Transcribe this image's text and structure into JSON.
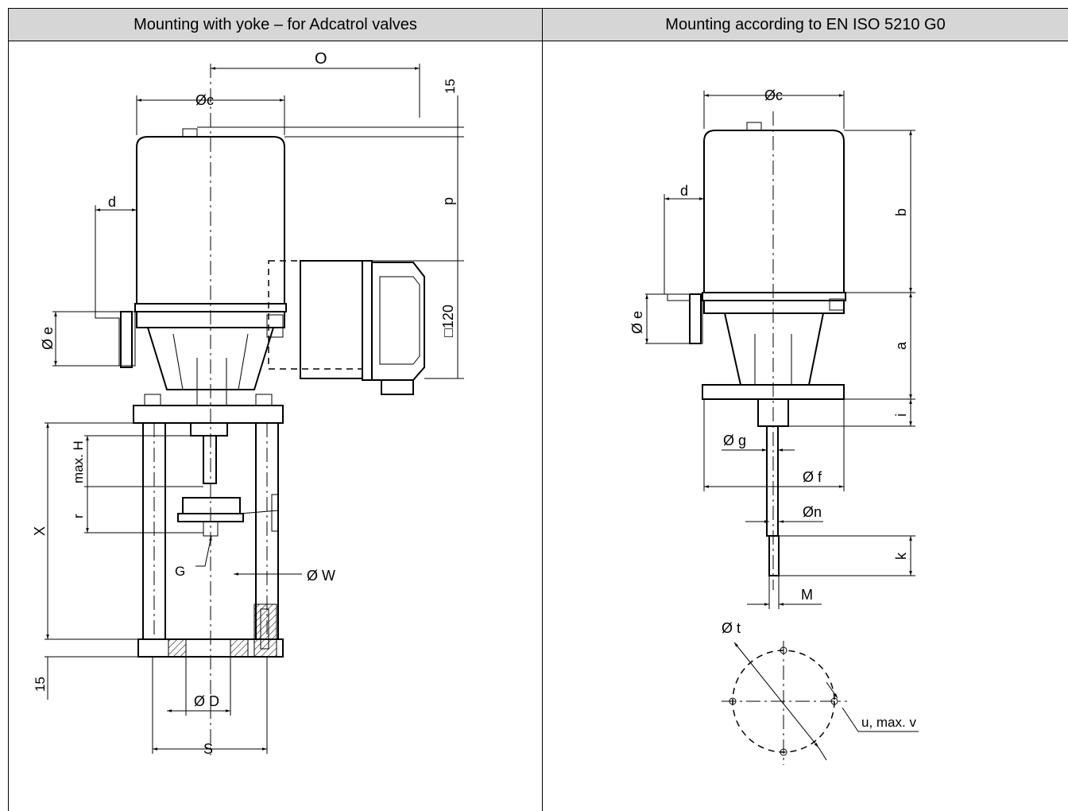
{
  "headers": {
    "left": "Mounting with yoke – for Adcatrol valves",
    "right": "Mounting according to EN ISO 5210 G0"
  },
  "left_labels": {
    "O": "O",
    "dim15_top": "15",
    "oc": "Øc",
    "d": "d",
    "p": "p",
    "sq120": "□120",
    "oe": "Ø e",
    "maxH": "max. H",
    "r": "r",
    "X": "X",
    "G": "G",
    "OW": "Ø W",
    "dim15_bottom": "15",
    "OD": "Ø D",
    "S": "S"
  },
  "right_labels": {
    "oc": "Øc",
    "d": "d",
    "b": "b",
    "oe": "Ø e",
    "a": "a",
    "i": "i",
    "og": "Ø g",
    "of": "Ø f",
    "on": "Øn",
    "k": "k",
    "M": "M",
    "ot": "Ø t",
    "u": "u, max. v"
  }
}
